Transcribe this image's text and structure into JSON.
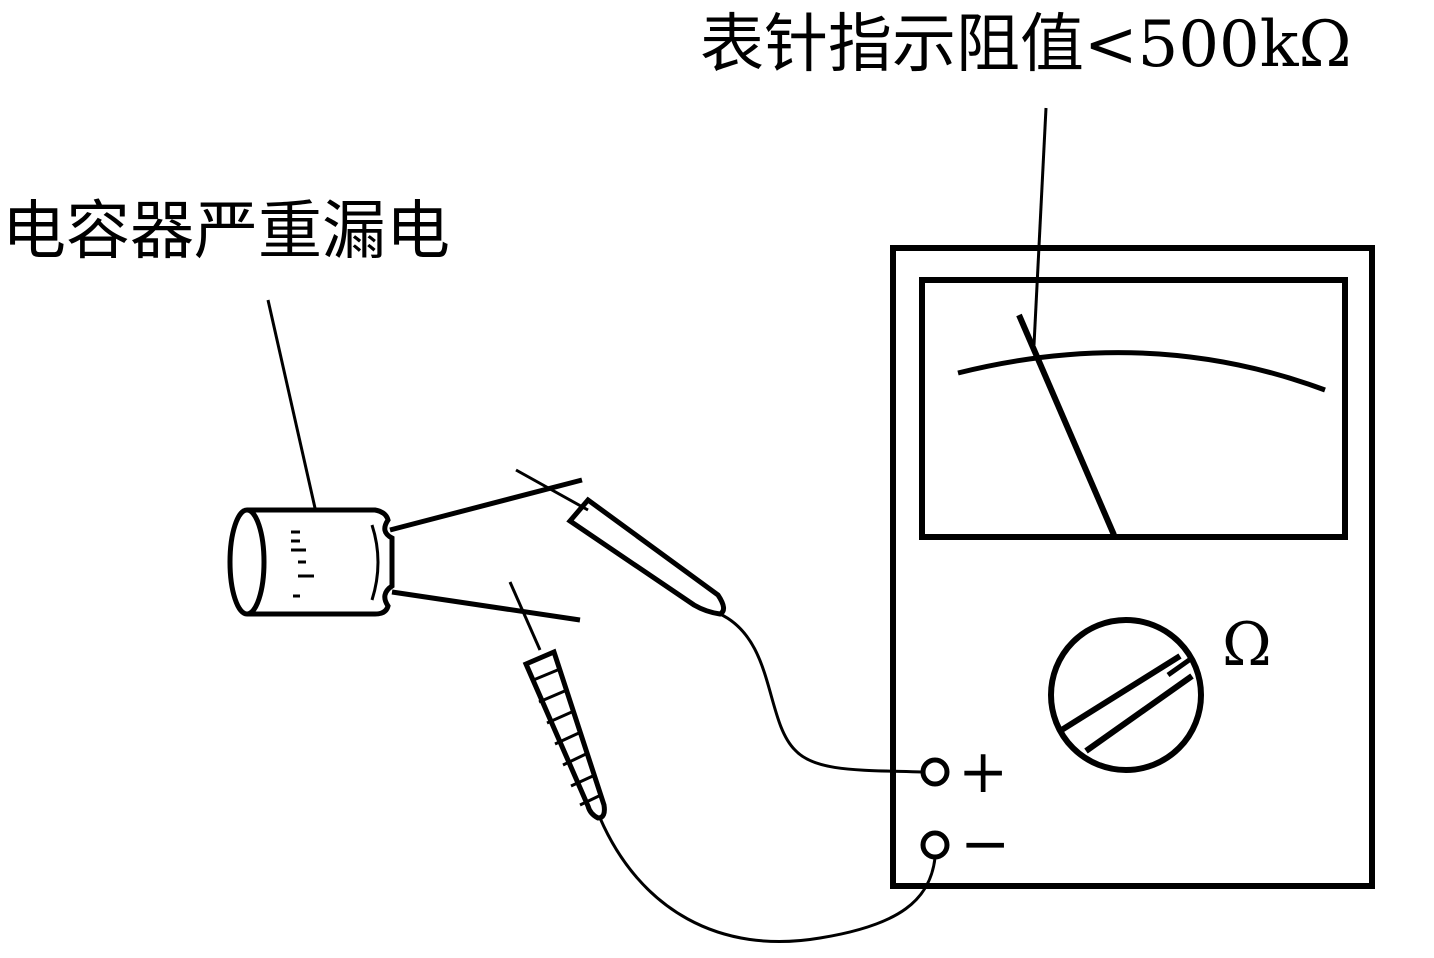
{
  "labels": {
    "capacitor_leak": "电容器严重漏电",
    "needle_reading": "表针指示阻值<500kΩ",
    "ohm_symbol": "Ω",
    "plus_terminal": "+",
    "minus_terminal": "−"
  },
  "colors": {
    "line": "#000000",
    "background": "#ffffff"
  }
}
